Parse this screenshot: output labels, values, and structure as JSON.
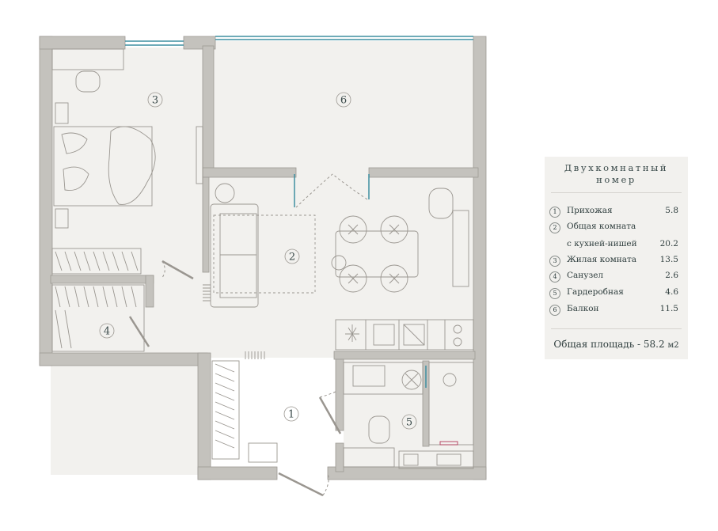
{
  "rooms": [
    {
      "num": "1",
      "name": "Прихожая"
    },
    {
      "num": "2",
      "name": "Общая комната с кухней-нишей"
    },
    {
      "num": "3",
      "name": "Жилая комната"
    },
    {
      "num": "4",
      "name": "Санузел"
    },
    {
      "num": "5",
      "name": "Гардеробная"
    },
    {
      "num": "6",
      "name": "Балкон"
    }
  ],
  "legend": {
    "title_line1": "Двухкомнатный",
    "title_line2": "номер",
    "items": [
      {
        "num": "1",
        "label": "Прихожая",
        "value": "5.8"
      },
      {
        "num": "2",
        "label": "Общая комната",
        "value": ""
      },
      {
        "num": "",
        "label": "с кухней-нишей",
        "value": "20.2"
      },
      {
        "num": "3",
        "label": "Жилая комната",
        "value": "13.5"
      },
      {
        "num": "4",
        "label": "Санузел",
        "value": "2.6"
      },
      {
        "num": "5",
        "label": "Гардеробная",
        "value": "4.6"
      },
      {
        "num": "6",
        "label": "Балкон",
        "value": "11.5"
      }
    ],
    "total_label": "Общая площадь - 58.2",
    "total_unit": "м2"
  },
  "colors": {
    "wall": "#c4c2bd",
    "wall_edge": "#9d9a94",
    "floor": "#f2f1ee",
    "line": "#9a9690",
    "window": "#3f8fa0"
  }
}
